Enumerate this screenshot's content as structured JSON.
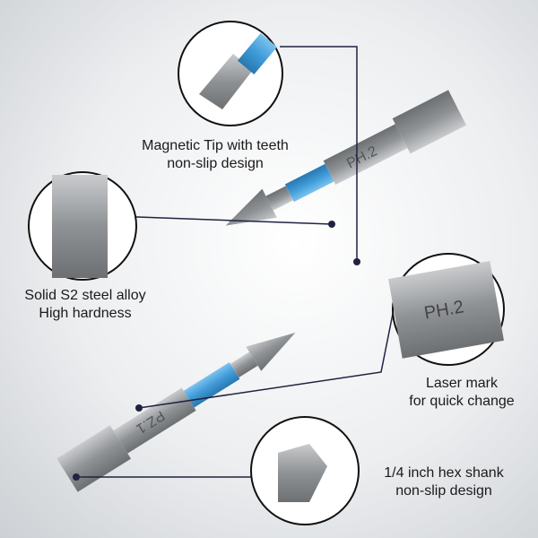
{
  "callouts": [
    {
      "line1": "Magnetic Tip with teeth",
      "line2": "non-slip design"
    },
    {
      "line1": "Solid S2 steel alloy",
      "line2": "High hardness"
    },
    {
      "line1": "Laser mark",
      "line2": "for quick change"
    },
    {
      "line1": "1/4 inch hex shank",
      "line2": "non-slip design"
    }
  ],
  "marks": {
    "bit_upper": "PH.2",
    "bit_lower": "PZ.1",
    "closeup": "PH.2"
  },
  "colors": {
    "accent_blue": "#4aa3df",
    "steel": "#9a9da0",
    "leader": "#1f2340"
  }
}
